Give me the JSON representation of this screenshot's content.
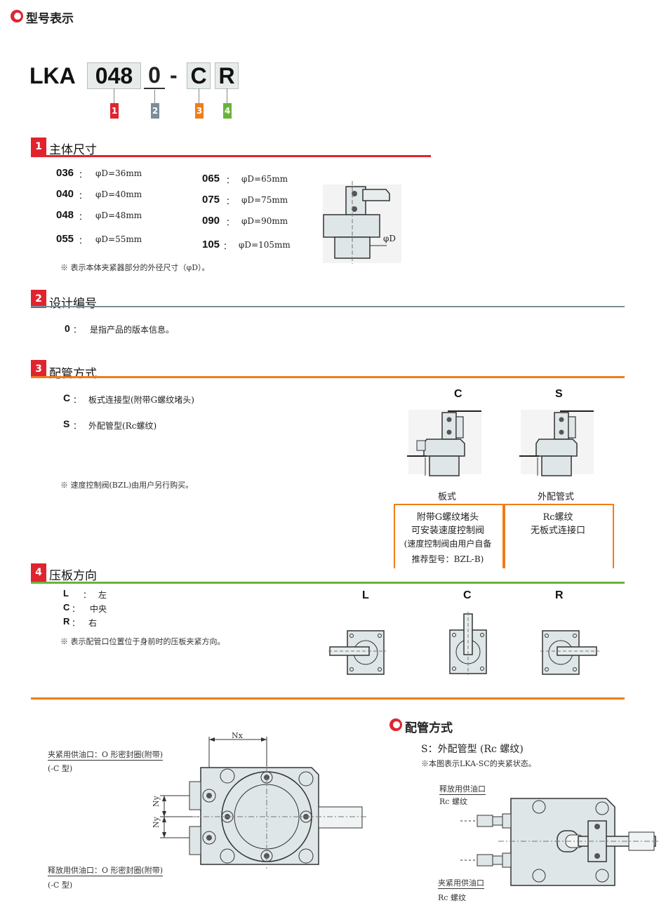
{
  "colors": {
    "red": "#e0242e",
    "slate": "#7a8e98",
    "orange": "#ef7d1a",
    "green": "#6ab23b",
    "part_fill": "#dfe6e8"
  },
  "header": {
    "icon": "circle-bullet-icon",
    "title": "型号表示"
  },
  "model_code": {
    "prefix": "LKA",
    "parts": [
      "048",
      "0",
      "-",
      "C",
      "R"
    ],
    "badges": [
      "1",
      "2",
      "3",
      "4"
    ]
  },
  "sections": {
    "s1": {
      "num": "1",
      "title": "主体尺寸",
      "left_items": [
        {
          "key": "036",
          "sep": "：",
          "val": "φD=36mm"
        },
        {
          "key": "040",
          "sep": "：",
          "val": "φD=40mm"
        },
        {
          "key": "048",
          "sep": "：",
          "val": "φD=48mm"
        },
        {
          "key": "055",
          "sep": "：",
          "val": "φD=55mm"
        }
      ],
      "right_items": [
        {
          "key": "065",
          "sep": "：",
          "val": "φD=65mm"
        },
        {
          "key": "075",
          "sep": "：",
          "val": "φD=75mm"
        },
        {
          "key": "090",
          "sep": "：",
          "val": "φD=90mm"
        },
        {
          "key": "105",
          "sep": "：",
          "val": "φD=105mm"
        }
      ],
      "note": "※ 表示本体夹紧器部分的外径尺寸（φD）。",
      "dim_label": "φD"
    },
    "s2": {
      "num": "2",
      "title": "设计编号",
      "item": {
        "key": "0",
        "sep": "：",
        "val": "是指产品的版本信息。"
      }
    },
    "s3": {
      "num": "3",
      "title": "配管方式",
      "items": [
        {
          "key": "C",
          "sep": "：",
          "val": "板式连接型(附带G螺纹堵头)"
        },
        {
          "key": "S",
          "sep": "：",
          "val": "外配管型(Rc螺纹)"
        }
      ],
      "note": "※ 速度控制阀(BZL)由用户另行购买。",
      "col_c": "C",
      "col_s": "S",
      "cap_c": "板式",
      "cap_s": "外配管式",
      "box_c": [
        "附带G螺纹堵头",
        "可安装速度控制阀",
        "(速度控制阀由用户自备",
        "推荐型号：BZL-B)"
      ],
      "box_s": [
        "Rc螺纹",
        "无板式连接口"
      ]
    },
    "s4": {
      "num": "4",
      "title": "压板方向",
      "items": [
        {
          "key": "L",
          "sep": "：",
          "val": "左"
        },
        {
          "key": "C",
          "sep": "：",
          "val": "中央"
        },
        {
          "key": "R",
          "sep": "：",
          "val": "右"
        }
      ],
      "note": "※ 表示配管口位置位于身前时的压板夹紧方向。",
      "cols": [
        "L",
        "C",
        "R"
      ]
    }
  },
  "bottom": {
    "heading_icon": "circle-bullet-icon",
    "heading": "配管方式",
    "left": {
      "clamp_port": "夹紧用供油口：O 形密封圈(附带)",
      "clamp_type": "(-C 型)",
      "release_port": "释放用供油口：O 形密封圈(附带)",
      "release_type": "(-C 型)",
      "dim_nx": "Nx",
      "dim_ny1": "Ny",
      "dim_ny2": "Ny"
    },
    "right": {
      "title": "S：外配管型 (Rc 螺纹)",
      "note": "※本图表示LKA-SC的夹紧状态。",
      "release_port": "释放用供油口",
      "release_thread": "Rc 螺纹",
      "clamp_port": "夹紧用供油口",
      "clamp_thread": "Rc 螺纹"
    }
  }
}
